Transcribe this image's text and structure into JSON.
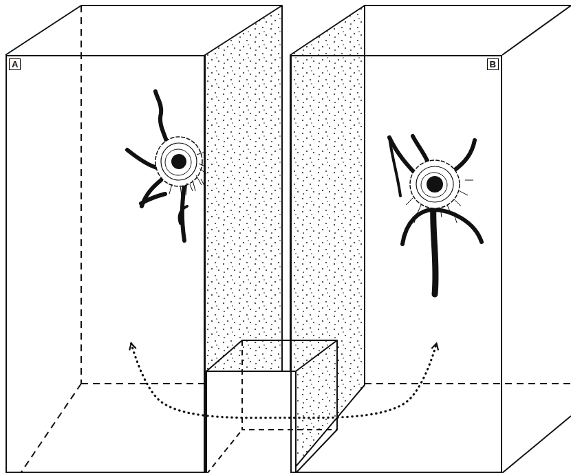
{
  "diagram": {
    "nodes": [
      {
        "text": [
          "A"
        ]
      },
      {
        "text": [
          "B"
        ]
      }
    ],
    "edges": [
      {
        "from": 0,
        "to": 1,
        "arrow": "both"
      }
    ]
  }
}
